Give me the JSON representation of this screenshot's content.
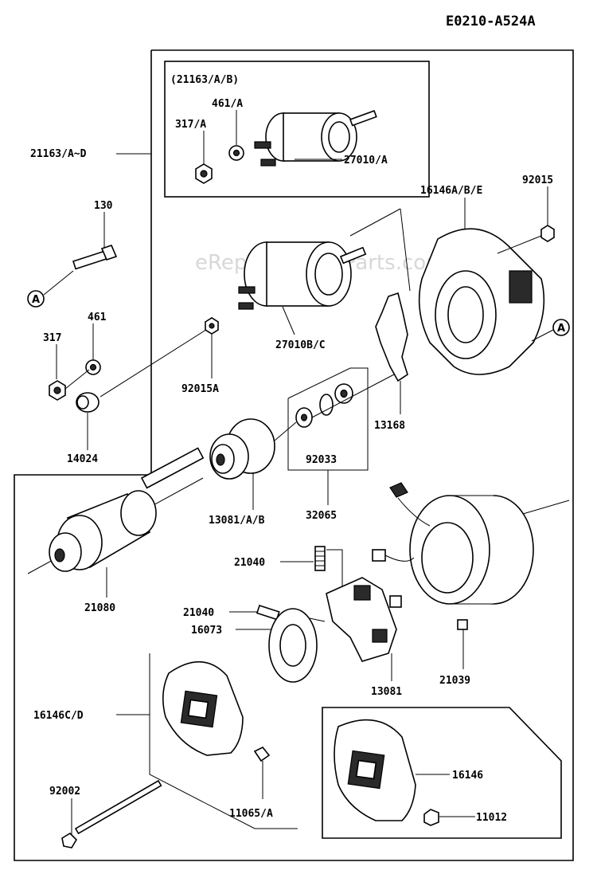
{
  "diagram_code": "E0210-A524A",
  "watermark": "eReplacementParts.com",
  "inset_title": "(21163/A/B)",
  "reference_marker": "A",
  "labels": {
    "p21163_ad": "21163/A~D",
    "p461a": "461/A",
    "p317a": "317/A",
    "p27010a": "27010/A",
    "p130": "130",
    "p461": "461",
    "p317": "317",
    "p14024": "14024",
    "p92015a": "92015A",
    "p27010bc": "27010B/C",
    "p16146abe": "16146A/B/E",
    "p92015": "92015",
    "p13168": "13168",
    "p92033": "92033",
    "p32065": "32065",
    "p13081ab": "13081/A/B",
    "p21080": "21080",
    "p21040_a": "21040",
    "p21040_b": "21040",
    "p16073": "16073",
    "p13081": "13081",
    "p21039": "21039",
    "p16146cd": "16146C/D",
    "p92002": "92002",
    "p11065a": "11065/A",
    "p16146": "16146",
    "p11012": "11012"
  }
}
